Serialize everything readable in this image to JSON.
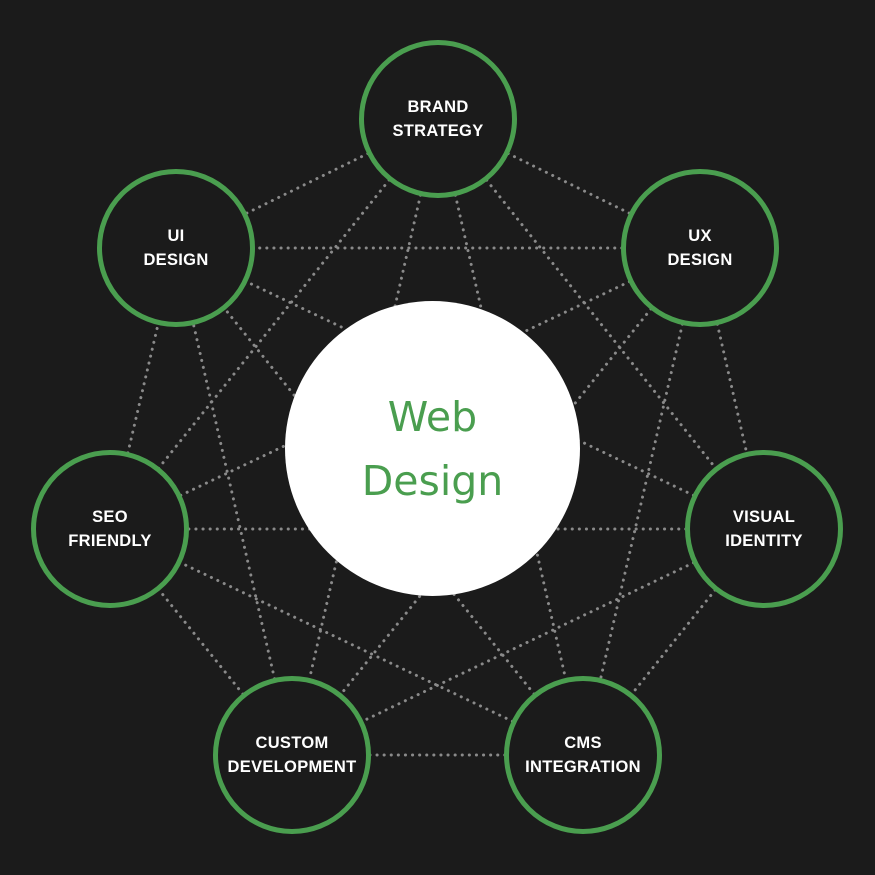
{
  "center": {
    "line1": "Web",
    "line2": "Design"
  },
  "nodes": [
    {
      "line1": "BRAND",
      "line2": "STRATEGY"
    },
    {
      "line1": "UX",
      "line2": "DESIGN"
    },
    {
      "line1": "VISUAL",
      "line2": "IDENTITY"
    },
    {
      "line1": "CMS",
      "line2": "INTEGRATION"
    },
    {
      "line1": "CUSTOM",
      "line2": "DEVELOPMENT"
    },
    {
      "line1": "SEO",
      "line2": "FRIENDLY"
    },
    {
      "line1": "UI",
      "line2": "DESIGN"
    }
  ],
  "colors": {
    "background": "#1b1b1b",
    "accent_green": "#4a9e4f",
    "center_fill": "#ffffff",
    "label_text": "#ffffff",
    "connector": "#8a8a8a"
  }
}
